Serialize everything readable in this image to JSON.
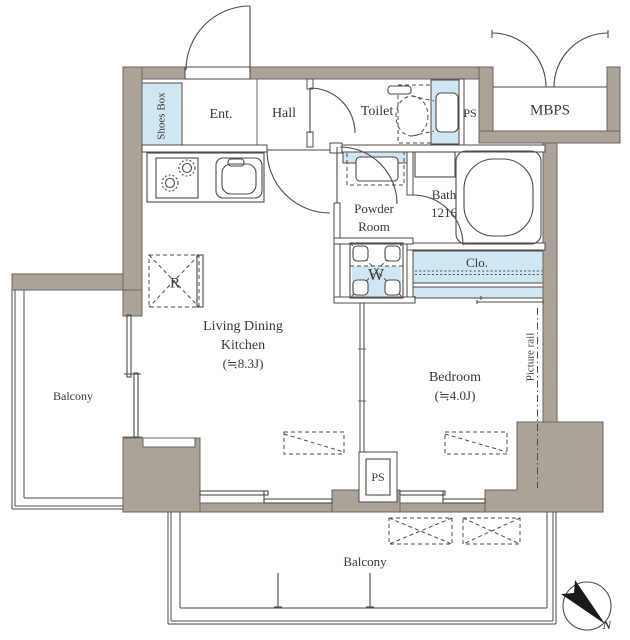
{
  "colors": {
    "wall": "#aba298",
    "wall_edge": "#6b655d",
    "line": "#4f4a45",
    "blue": "#cfe7f3",
    "text": "#3b3835",
    "needle": "#1a1a1a"
  },
  "labels": {
    "shoes_box": "Shoes Box",
    "ent": "Ent.",
    "hall": "Hall",
    "toilet": "Toilet",
    "ps_top": "PS",
    "mbps": "MBPS",
    "powder": [
      "Powder",
      "Room"
    ],
    "bath": [
      "Bath",
      "1216"
    ],
    "closet": "Clo.",
    "washer": "W",
    "fridge": "R",
    "ldk": [
      "Living Dining",
      "Kitchen",
      "(≒8.3J)"
    ],
    "bedroom": [
      "Bedroom",
      "(≒4.0J)"
    ],
    "picture_rail": "Picture rail",
    "ps_bottom": "PS",
    "balcony_left": "Balcony",
    "balcony_bottom": "Balcony",
    "north": "N"
  }
}
